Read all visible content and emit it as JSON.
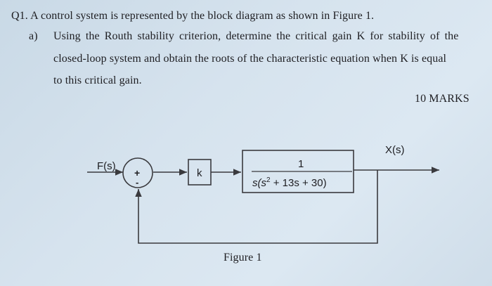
{
  "question": {
    "heading": "Q1. A control system is represented by the block diagram as shown in Figure 1.",
    "part_a": {
      "label": "a)",
      "lines": [
        "Using the Routh stability criterion, determine the critical gain K for stability of the",
        "closed-loop system and obtain the roots of the characteristic equation when K is equal",
        "to this critical gain."
      ]
    },
    "marks": "10 MARKS"
  },
  "diagram": {
    "input_label": "F(s)",
    "output_label": "X(s)",
    "summer_plus": "+",
    "summer_minus": "-",
    "gain_block": "k",
    "plant_numerator": "1",
    "plant_denominator_prefix": "s(s",
    "plant_denominator_exp": "2",
    "plant_denominator_suffix": " + 13s + 30)",
    "caption": "Figure 1"
  }
}
